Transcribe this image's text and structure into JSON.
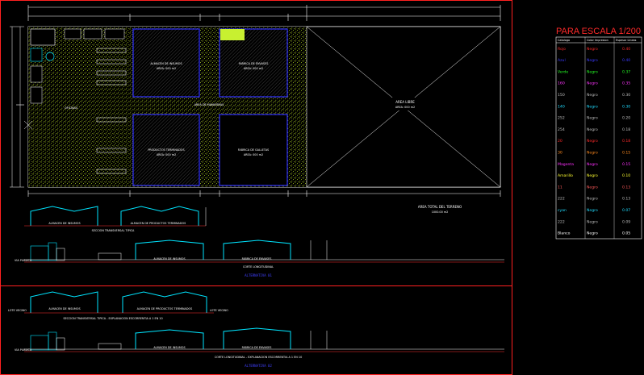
{
  "legend": {
    "title": "PARA ESCALA 1/200",
    "headers": [
      "Catalogo",
      "Color Impresion",
      "Espesor Lineas"
    ],
    "rows": [
      {
        "name": "Rojo",
        "name_color": "#ff2a2a",
        "print": "Negro",
        "print_color": "#ff2a2a",
        "width": "0.40",
        "width_color": "#ff2a2a"
      },
      {
        "name": "Azul",
        "name_color": "#3a3aff",
        "print": "Negro",
        "print_color": "#3a3aff",
        "width": "0.40",
        "width_color": "#3a3aff"
      },
      {
        "name": "Verde",
        "name_color": "#25ff25",
        "print": "Negro",
        "print_color": "#25ff25",
        "width": "0.37",
        "width_color": "#25ff25"
      },
      {
        "name": "160",
        "name_color": "#ff35ff",
        "print": "Negro",
        "print_color": "#ff35ff",
        "width": "0.35",
        "width_color": "#ff35ff"
      },
      {
        "name": "150",
        "name_color": "#bdbdbd",
        "print": "Negro",
        "print_color": "#bdbdbd",
        "width": "0.30",
        "width_color": "#bdbdbd"
      },
      {
        "name": "140",
        "name_color": "#21dcff",
        "print": "Negro",
        "print_color": "#21dcff",
        "width": "0.30",
        "width_color": "#21dcff"
      },
      {
        "name": "252",
        "name_color": "#bdbdbd",
        "print": "Negro",
        "print_color": "#bdbdbd",
        "width": "0.20",
        "width_color": "#bdbdbd"
      },
      {
        "name": "254",
        "name_color": "#bdbdbd",
        "print": "Negro",
        "print_color": "#bdbdbd",
        "width": "0.18",
        "width_color": "#bdbdbd"
      },
      {
        "name": "20",
        "name_color": "#ff2a2a",
        "print": "Negro",
        "print_color": "#ff2a2a",
        "width": "0.18",
        "width_color": "#ff2a2a"
      },
      {
        "name": "30",
        "name_color": "#ff8a1e",
        "print": "Negro",
        "print_color": "#ff8a1e",
        "width": "0.15",
        "width_color": "#ff8a1e"
      },
      {
        "name": "Magenta",
        "name_color": "#ff30ff",
        "print": "Negro",
        "print_color": "#ff30ff",
        "width": "0.15",
        "width_color": "#ff30ff"
      },
      {
        "name": "Amarillo",
        "name_color": "#ffff30",
        "print": "Negro",
        "print_color": "#ffff30",
        "width": "0.10",
        "width_color": "#ffff30"
      },
      {
        "name": "11",
        "name_color": "#ff5a5a",
        "print": "Negro",
        "print_color": "#ff5a5a",
        "width": "0.13",
        "width_color": "#ff5a5a"
      },
      {
        "name": "222",
        "name_color": "#bdbdbd",
        "print": "Negro",
        "print_color": "#bdbdbd",
        "width": "0.13",
        "width_color": "#bdbdbd"
      },
      {
        "name": "cyan",
        "name_color": "#21dcff",
        "print": "Negro",
        "print_color": "#21dcff",
        "width": "0.07",
        "width_color": "#21dcff"
      },
      {
        "name": "222",
        "name_color": "#bdbdbd",
        "print": "Negro",
        "print_color": "#bdbdbd",
        "width": "0.09",
        "width_color": "#bdbdbd"
      },
      {
        "name": "Blanco",
        "name_color": "#ffffff",
        "print": "Negro",
        "print_color": "#ffffff",
        "width": "0.05",
        "width_color": "#ffffff"
      }
    ]
  },
  "plan": {
    "warehouse_1": "ALMACEN DE INSUMOS",
    "warehouse_1_area": "AREA: 000 m2",
    "warehouse_2": "FABRICA DE ENVASES",
    "warehouse_2_area": "AREA: 000 m2",
    "warehouse_3": "PRODUCTOS TERMINADOS",
    "warehouse_3_area": "AREA: 000 m2",
    "warehouse_4": "FABRICA DE GALLETAS",
    "warehouse_4_area": "AREA: 000 m2",
    "patio": "AREA DE MANIOBRAS",
    "offices": "OFICINAS",
    "free_area": "AREA LIBRE",
    "free_area_sub": "AREA: 000 m2",
    "total_area": "AREA TOTAL DEL TERRENO",
    "total_area_sub": "1000.00 m2"
  },
  "sections": {
    "cross_a_title": "SECCION TRANSVERSAL TIPICA",
    "cross_a_left": "ALMACEN DE INSUMOS",
    "cross_a_right": "ALMACEN DE PRODUCTOS TERMINADOS",
    "long_a_street": "VIA PUBLICA",
    "long_a_building_1": "ALMACEN DE INSUMOS",
    "long_a_building_2": "FABRICA DE ENVASES",
    "long_a_title": "CORTE LONGITUDINAL",
    "sheet_ref_1": "ALTERNATIVA 01",
    "cross_b_left_lot": "LOTE VECINO",
    "cross_b_right_lot": "LOTE VECINO",
    "cross_b_left": "ALMACEN DE INSUMOS",
    "cross_b_right": "ALMACEN DE PRODUCTOS TERMINADOS",
    "cross_b_title": "SECCION TRANSVERSAL TIPICA - EXPLANACION ESCORRENTIA A 1 EN 10",
    "long_b_street": "VIA PUBLICA",
    "long_b_building_1": "ALMACEN DE INSUMOS",
    "long_b_building_2": "FABRICA DE ENVASES",
    "long_b_title": "CORTE LONGITUDINAL - EXPLANACION ESCORRENTIA A 1 EN 10",
    "sheet_ref_2": "ALTERNATIVA 02"
  }
}
